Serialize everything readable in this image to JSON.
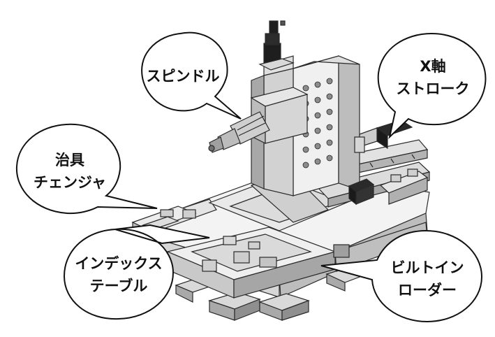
{
  "callouts": {
    "spindle": "スピンドル",
    "x_axis_line1": "X軸",
    "x_axis_line2": "ストローク",
    "jig_line1": "治具",
    "jig_line2": "チェンジャ",
    "index_line1": "インデックス",
    "index_line2": "テーブル",
    "loader_line1": "ビルトイン",
    "loader_line2": "ローダー"
  },
  "colors": {
    "line": "#2a2a2a",
    "light_face": "#f2f2f2",
    "mid_face": "#d0d0d0",
    "dark_face": "#9a9a9a",
    "motor": "#1e1e1e"
  }
}
